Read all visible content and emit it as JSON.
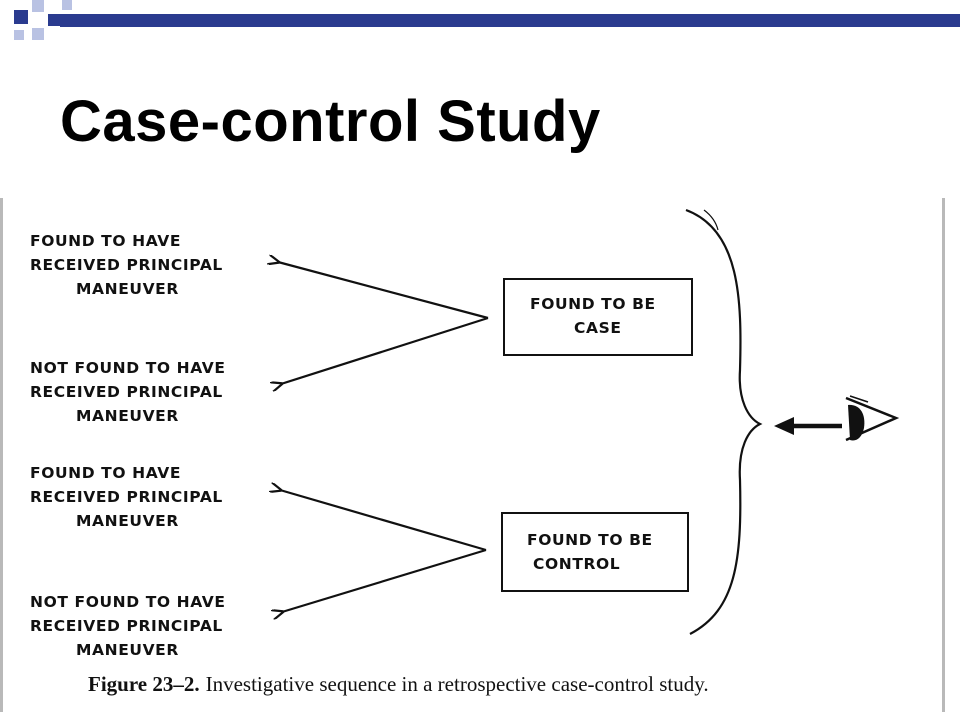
{
  "slide": {
    "title": "Case-control Study"
  },
  "figure": {
    "outcome_groups": [
      {
        "box": [
          "FOUND TO BE",
          "CASE"
        ],
        "exposure_labels": [
          [
            "FOUND TO HAVE",
            "RECEIVED PRINCIPAL",
            "MANEUVER"
          ],
          [
            "NOT FOUND TO HAVE",
            "RECEIVED PRINCIPAL",
            "MANEUVER"
          ]
        ]
      },
      {
        "box": [
          "FOUND TO BE",
          "CONTROL"
        ],
        "exposure_labels": [
          [
            "FOUND TO HAVE",
            "RECEIVED PRINCIPAL",
            "MANEUVER"
          ],
          [
            "NOT FOUND TO HAVE",
            "RECEIVED PRINCIPAL",
            "MANEUVER"
          ]
        ]
      }
    ],
    "caption_label": "Figure 23–2.",
    "caption_text": "Investigative sequence in a retrospective case-control study."
  },
  "colors": {
    "ink": "#111111",
    "accent_dark": "#2a3b8f",
    "accent_light": "#b9c2e3"
  }
}
